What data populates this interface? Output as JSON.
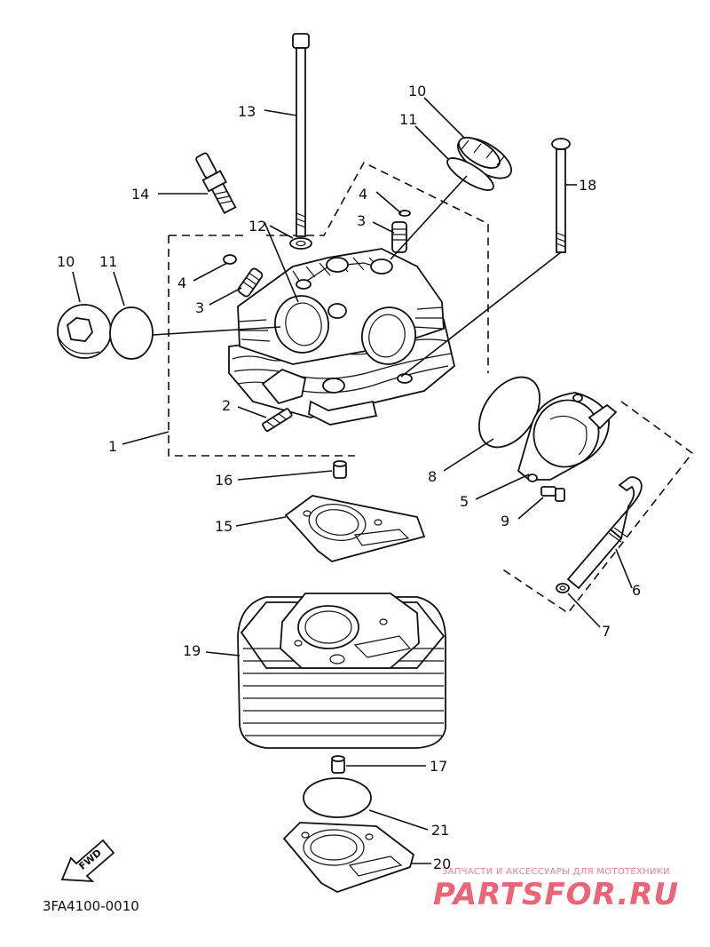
{
  "diagram_code": "3FA4100-0010",
  "watermark": {
    "tagline": "ЗАПЧАСТИ И АКСЕССУАРЫ ДЛЯ МОТОТЕХНИКИ",
    "brand": "PARTSFOR.RU",
    "color": "#e84a5f"
  },
  "direction_badge": "FWD",
  "callouts": {
    "c1": "1",
    "c2": "2",
    "c3a": "3",
    "c3b": "3",
    "c4a": "4",
    "c4b": "4",
    "c5": "5",
    "c6": "6",
    "c7": "7",
    "c8": "8",
    "c9": "9",
    "c10a": "10",
    "c10b": "10",
    "c11a": "11",
    "c11b": "11",
    "c12": "12",
    "c13": "13",
    "c14": "14",
    "c15": "15",
    "c16": "16",
    "c17": "17",
    "c18": "18",
    "c19": "19",
    "c20": "20",
    "c21": "21"
  }
}
